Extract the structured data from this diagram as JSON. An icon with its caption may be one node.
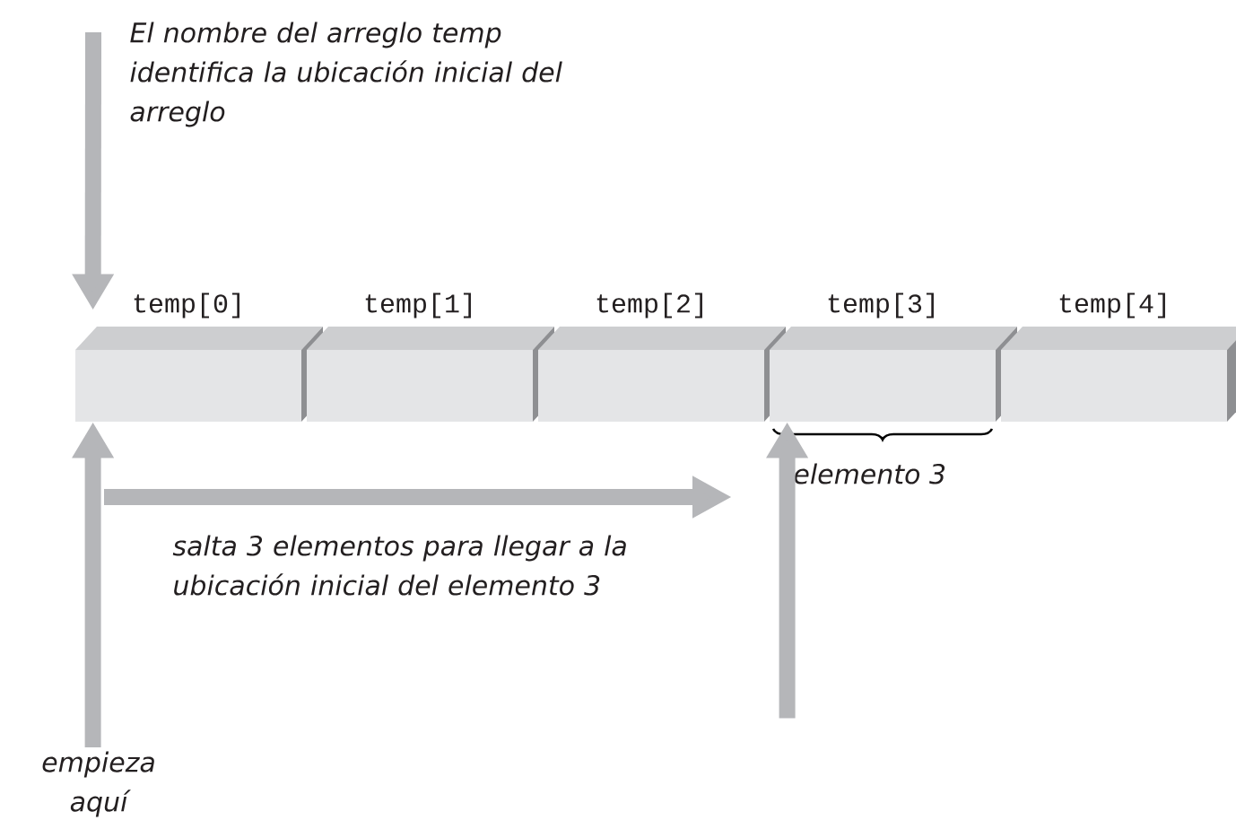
{
  "diagram": {
    "nodes": [
      {
        "text": [
          "temp[0]"
        ]
      },
      {
        "text": [
          "temp[1]"
        ]
      },
      {
        "text": [
          "temp[2]"
        ]
      },
      {
        "text": [
          "temp[3]"
        ],
        "beside": [
          "elemento 3"
        ]
      },
      {
        "text": [
          "temp[4]"
        ]
      },
      {
        "text": [
          "empieza aquí"
        ]
      }
    ],
    "edges": [
      {
        "from": null,
        "to": 0,
        "arrow": "to"
      },
      {
        "from": 5,
        "to": 0,
        "arrow": "to"
      },
      {
        "from": null,
        "to": 3,
        "arrow": "to"
      }
    ],
    "labels": [
      "*El nombre del arreglo* temp *identifica la ubicación inicial del arreglo*",
      "salta 3 elementos para llegar a la ubicación inicial del elemento 3"
    ]
  }
}
